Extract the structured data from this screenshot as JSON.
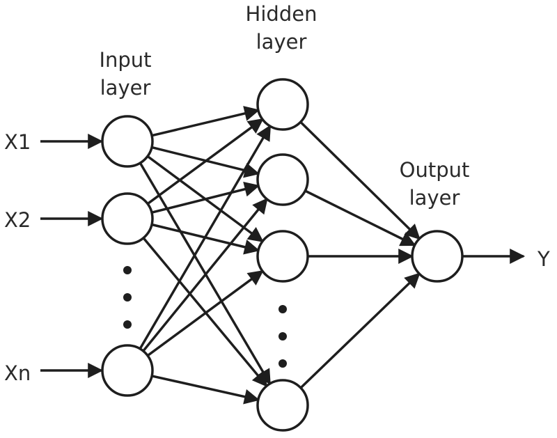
{
  "diagram": {
    "input_layer": {
      "label_line1": "Input",
      "label_line2": "layer"
    },
    "hidden_layer": {
      "label_line1": "Hidden",
      "label_line2": "layer"
    },
    "output_layer": {
      "label_line1": "Output",
      "label_line2": "layer"
    },
    "inputs": [
      {
        "label": "X1"
      },
      {
        "label": "X2"
      },
      {
        "label": "Xn"
      }
    ],
    "output": {
      "label": "Y"
    }
  }
}
